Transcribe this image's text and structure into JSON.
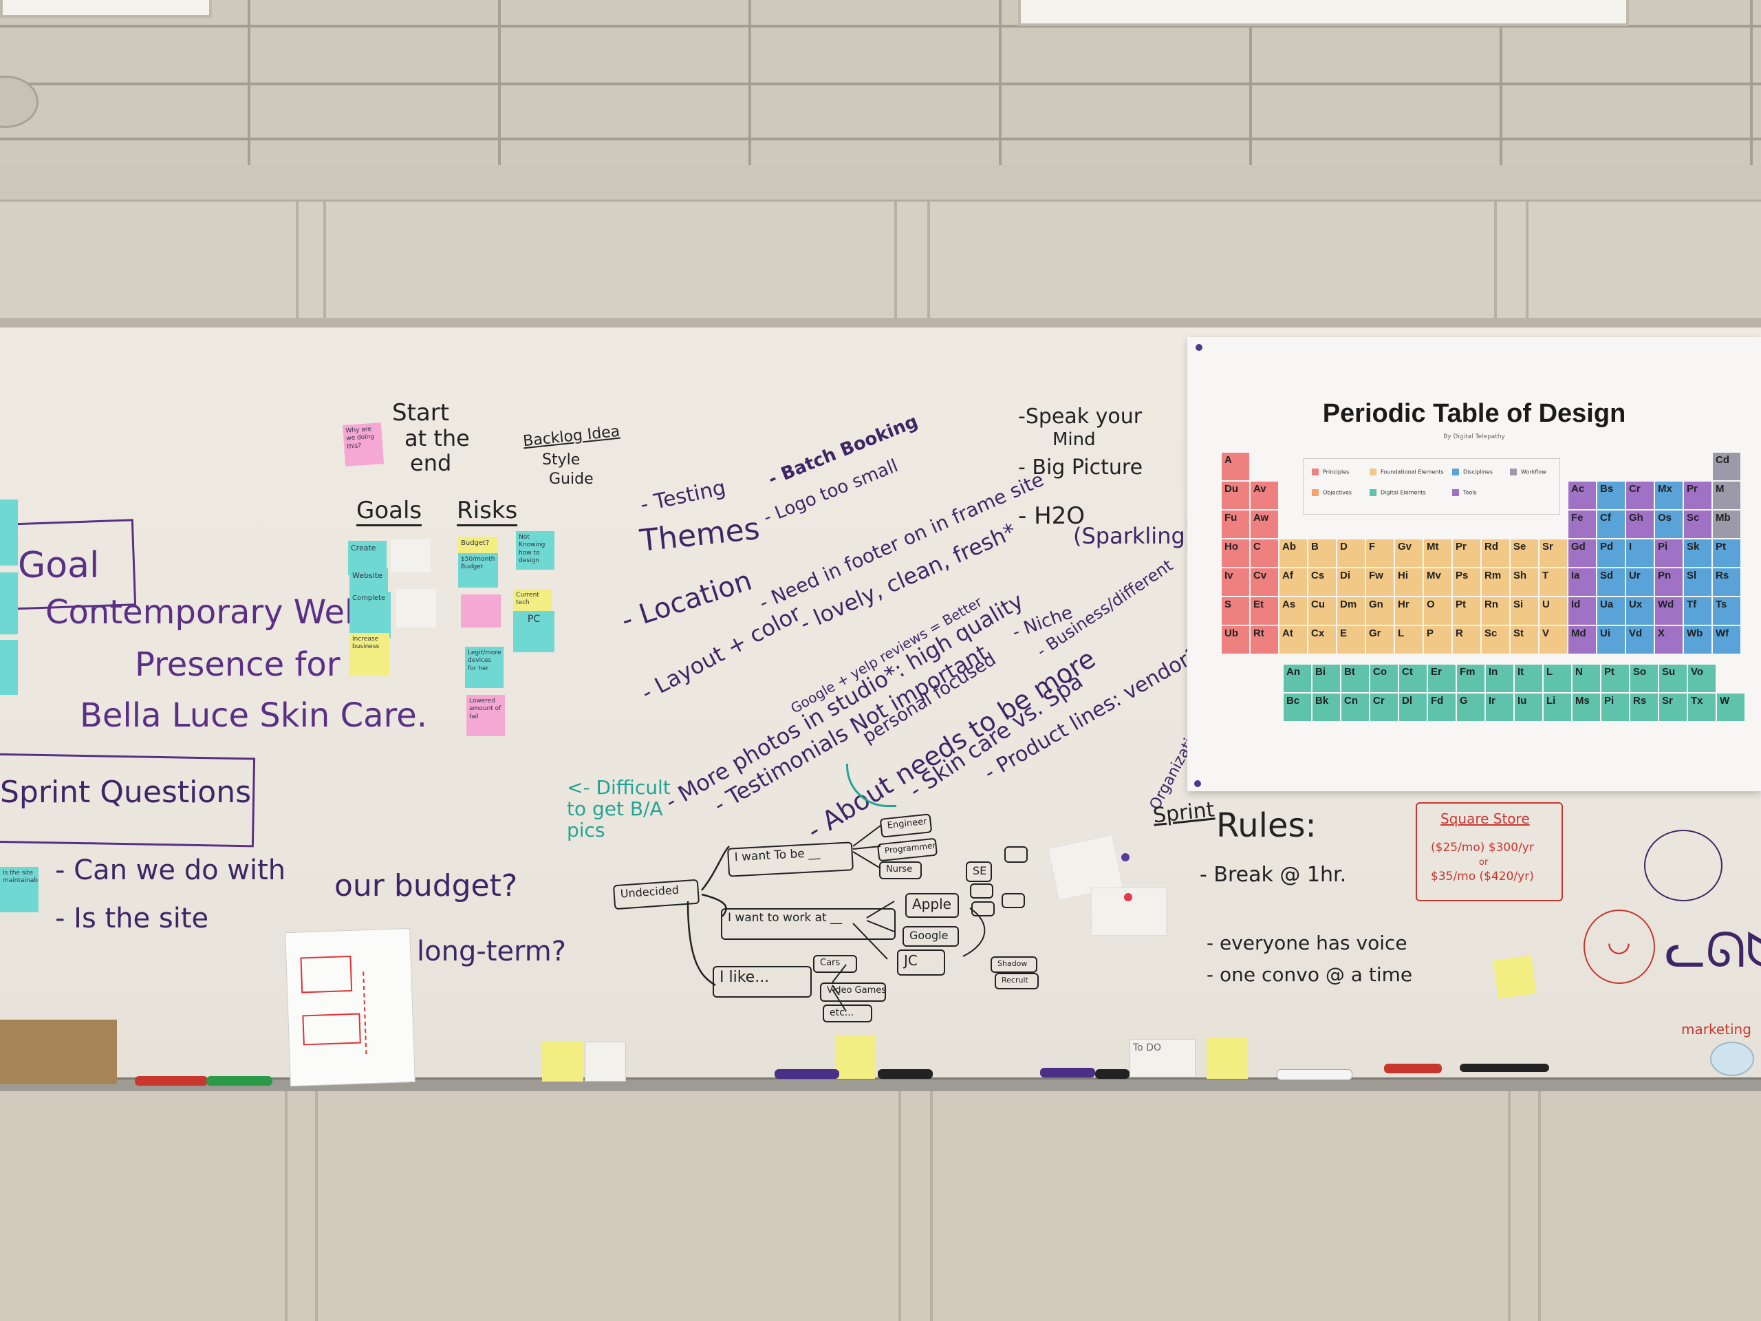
{
  "poster": {
    "title": "Periodic Table of Design",
    "subtitle": "By Digital Telepathy",
    "legend": [
      "Principles",
      "Foundational Elements",
      "Disciplines",
      "Workflow",
      "Objectives",
      "Digital Elements",
      "Tools"
    ],
    "colors": {
      "principles": "#ef8080",
      "foundational": "#f2c886",
      "disciplines": "#5aa3d8",
      "workflow": "#9a9aa8",
      "objectives": "#f6a46e",
      "digital": "#5fc3ac",
      "tools": "#a072c6"
    },
    "rows": [
      [
        "A",
        "",
        "",
        "",
        "",
        "",
        "",
        "",
        "",
        "",
        "",
        "",
        "",
        "",
        "",
        "",
        "",
        "Cd"
      ],
      [
        "Du",
        "Av",
        "",
        "",
        "",
        "",
        "",
        "",
        "",
        "",
        "",
        "",
        "Ac",
        "Bs",
        "Cr",
        "Mx",
        "Pr",
        "M"
      ],
      [
        "Fu",
        "Aw",
        "",
        "",
        "",
        "",
        "",
        "",
        "",
        "",
        "",
        "",
        "Fe",
        "Cf",
        "Gh",
        "Os",
        "Sc",
        "Mb"
      ],
      [
        "Ho",
        "C",
        "Ab",
        "B",
        "D",
        "F",
        "Gv",
        "Mt",
        "Pr",
        "Rd",
        "Se",
        "Sr",
        "Gd",
        "Pd",
        "I",
        "Pi",
        "Sk",
        "Pt"
      ],
      [
        "Iv",
        "Cv",
        "Af",
        "Cs",
        "Di",
        "Fw",
        "Hi",
        "Mv",
        "Ps",
        "Rm",
        "Sh",
        "T",
        "Ia",
        "Sd",
        "Ur",
        "Pn",
        "Sl",
        "Rs"
      ],
      [
        "S",
        "Et",
        "As",
        "Cu",
        "Dm",
        "Gn",
        "Hr",
        "O",
        "Pt",
        "Rn",
        "Si",
        "U",
        "Id",
        "Ua",
        "Ux",
        "Wd",
        "Tf",
        "Ts"
      ],
      [
        "Ub",
        "Rt",
        "At",
        "Cx",
        "E",
        "Gr",
        "L",
        "P",
        "R",
        "Sc",
        "St",
        "V",
        "Md",
        "Ui",
        "Vd",
        "X",
        "Wb",
        "Wf"
      ]
    ],
    "lower_rows": [
      [
        "An",
        "Bi",
        "Bt",
        "Co",
        "Ct",
        "Er",
        "Fm",
        "In",
        "It",
        "L",
        "N",
        "Pt",
        "So",
        "Su",
        "Vo"
      ],
      [
        "Bc",
        "Bk",
        "Cn",
        "Cr",
        "Dl",
        "Fd",
        "G",
        "Ir",
        "Iu",
        "Li",
        "Ms",
        "Pi",
        "Rs",
        "Sr",
        "Tx",
        "W"
      ]
    ]
  },
  "left": {
    "goal": "Goal",
    "goal_lines": [
      "Contemporary Web",
      "Presence for",
      "Bella Luce Skin Care."
    ],
    "sprint_q": "Sprint Questions",
    "q1": "- Can we do with",
    "q1b": "our budget?",
    "q2": "- Is the site",
    "q2b": "long-term?",
    "start": [
      "Start",
      "at the",
      "end"
    ],
    "backlog": [
      "Backlog Idea",
      "Style",
      "Guide"
    ],
    "goals_label": "Goals",
    "risks_label": "Risks",
    "stickies": {
      "s1": "Why are we doing this?",
      "s2": "Create",
      "s3": "Website",
      "s4": "Complete",
      "s5": "Budget?",
      "s6": "$50/month Budget",
      "s7": "Not Knowing how to design",
      "s8": "Current tech",
      "s9": "PC",
      "s10": "Legit/more devices for her",
      "s11": "Lowered amount of fail",
      "s12": "Is the site maintainable",
      "s13": "Increase business",
      "s14": "To DO"
    }
  },
  "middle": {
    "testing": "- Testing",
    "batch": "- Batch Booking",
    "themes": "Themes",
    "logo": "- Logo too small",
    "location": "- Location",
    "footer": "- Need in footer on in frame site",
    "layout": "- Layout + color",
    "lovely": "- lovely, clean, fresh*",
    "more_photos": "- More photos in studio*: high quality",
    "testimonials": "- Testimonials Not important",
    "google": "Google + yelp reviews = Better",
    "about": "- About needs to be more",
    "personal": "personal focused",
    "niche": "- Niche",
    "business": "- Business/different",
    "skin": "- Skin care vs. Spa",
    "product": "- Product lines: vendor?",
    "organization": "Organization needs improvement",
    "difficult": "<- Difficult to get B/A pics",
    "speak": "-Speak your",
    "mind": "Mind",
    "big": "- Big Picture",
    "h2o": "- H2O",
    "sparkling": "(Sparkling)"
  },
  "mindmap": {
    "undecided": "Undecided",
    "want_to_be": "I want To be __",
    "want_work": "I want to work at __",
    "like": "I like...",
    "engineer": "Engineer",
    "programmer": "Programmer",
    "nurse": "Nurse",
    "apple": "Apple",
    "google": "Google",
    "jc": "JC",
    "se": "SE",
    "cars": "Cars",
    "video_games": "Video Games",
    "etc": "etc...",
    "shadow": "Shadow",
    "recruit": "Recruit"
  },
  "right": {
    "sprint": "Sprint",
    "rules": "Rules:",
    "r1": "- Break @ 1hr.",
    "r2": "- everyone has voice",
    "r3": "- one convo @ a time",
    "square": "Square Store",
    "price1": "($25/mo) $300/yr",
    "or": "or",
    "price2": "$35/mo ($420/yr)",
    "marketing": "marketing"
  }
}
